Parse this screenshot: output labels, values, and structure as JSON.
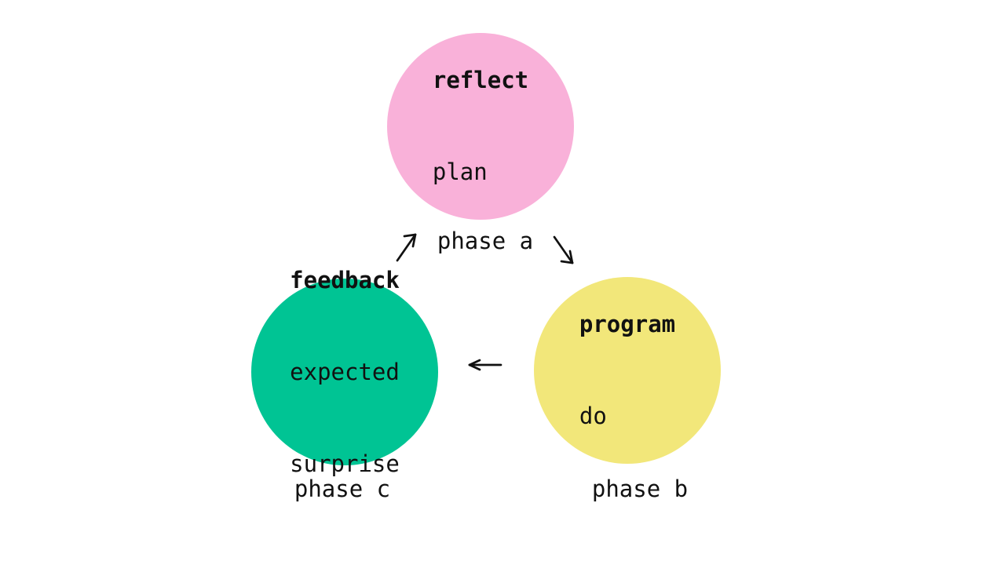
{
  "page": {
    "background": "#ffffff",
    "ink": "#111111"
  },
  "diagram": {
    "nodes": {
      "reflect": {
        "title": "reflect",
        "lines": [
          "plan"
        ],
        "color": "#f9b1d9"
      },
      "feedback": {
        "title": "feedback",
        "lines": [
          "expected",
          "surprise"
        ],
        "color": "#00c494"
      },
      "program": {
        "title": "program",
        "lines": [
          "do"
        ],
        "color": "#f2e77a"
      }
    },
    "phase_labels": {
      "a": "phase a",
      "b": "phase b",
      "c": "phase c"
    },
    "arrows": [
      {
        "name": "arrow-up-right-icon",
        "glyph": "↗"
      },
      {
        "name": "arrow-down-right-icon",
        "glyph": "↘"
      },
      {
        "name": "arrow-left-icon",
        "glyph": "←"
      }
    ]
  }
}
